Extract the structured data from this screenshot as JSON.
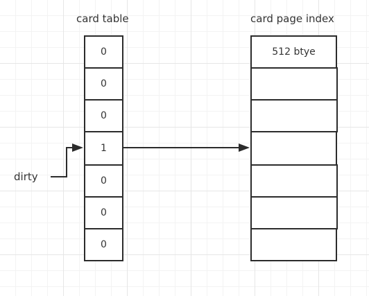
{
  "card_table": {
    "title": "card table",
    "cells": [
      "0",
      "0",
      "0",
      "1",
      "0",
      "0",
      "0"
    ]
  },
  "card_page_index": {
    "title": "card page index",
    "cells": [
      "512 btye",
      "",
      "",
      "",
      "",
      "",
      ""
    ]
  },
  "dirty_label": "dirty",
  "colors": {
    "stroke": "#2b2b2b",
    "text": "#333333",
    "grid": "#e6e6e6"
  }
}
